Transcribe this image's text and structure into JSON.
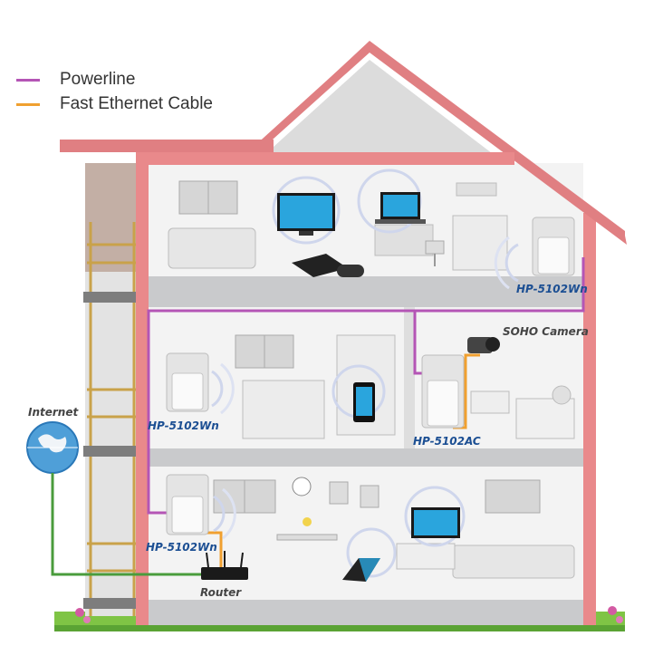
{
  "legend": [
    {
      "label": "Powerline",
      "color": "#b455b5"
    },
    {
      "label": "Fast Ethernet Cable",
      "color": "#f0a030"
    }
  ],
  "labels": {
    "top_adapter": "HP-5102Wn",
    "soho_camera": "SOHO Camera",
    "mid_left_adapter": "HP-5102Wn",
    "mid_right_adapter": "HP-5102AC",
    "bottom_adapter": "HP-5102Wn",
    "router": "Router",
    "internet": "Internet"
  },
  "colors": {
    "roof": "#e07f82",
    "wall": "#e9898b",
    "floor": "#c9cacc",
    "powerline": "#b455b5",
    "ethernet": "#f0a030",
    "internet_line": "#4a9c3c",
    "label_blue": "#1c4f93",
    "label_gray": "#444444"
  }
}
